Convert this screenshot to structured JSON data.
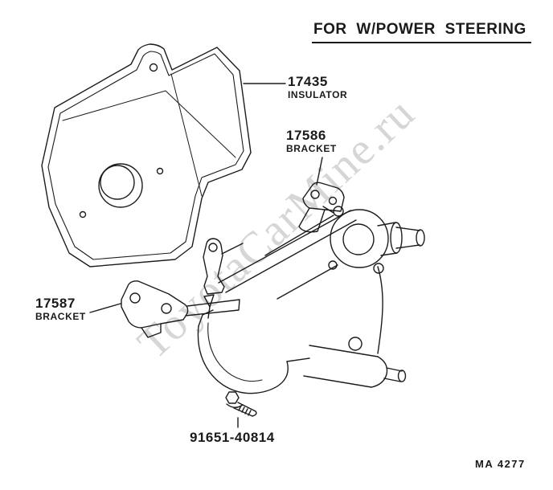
{
  "page": {
    "title": "FOR W/POWER STEERING",
    "figure_code": "MA 4277",
    "watermark": "ToyotaCarMine.ru"
  },
  "parts": {
    "insulator": {
      "number": "17435",
      "name": "INSULATOR"
    },
    "bracket_upper": {
      "number": "17586",
      "name": "BRACKET"
    },
    "bracket_lower": {
      "number": "17587",
      "name": "BRACKET"
    },
    "bolt": {
      "number": "91651-40814"
    }
  }
}
